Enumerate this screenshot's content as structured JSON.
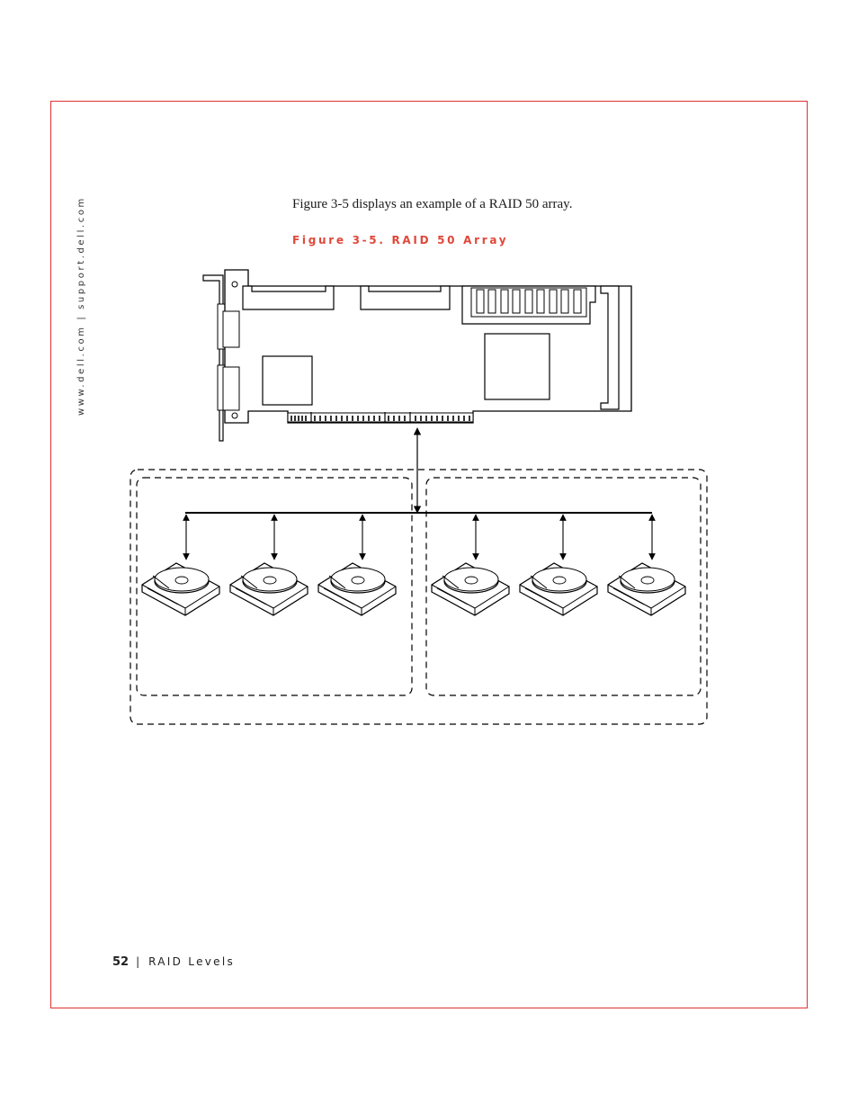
{
  "sidebar": {
    "url": "www.dell.com | support.dell.com"
  },
  "body": {
    "intro": "Figure 3-5 displays an example of a RAID 50 array.",
    "figure_caption": "Figure 3-5. RAID 50 Array"
  },
  "footer": {
    "page_number": "52",
    "separator": "|",
    "section": "RAID Levels"
  },
  "colors": {
    "frame": "#e0322f",
    "caption": "#e0473a",
    "line": "#000000"
  }
}
